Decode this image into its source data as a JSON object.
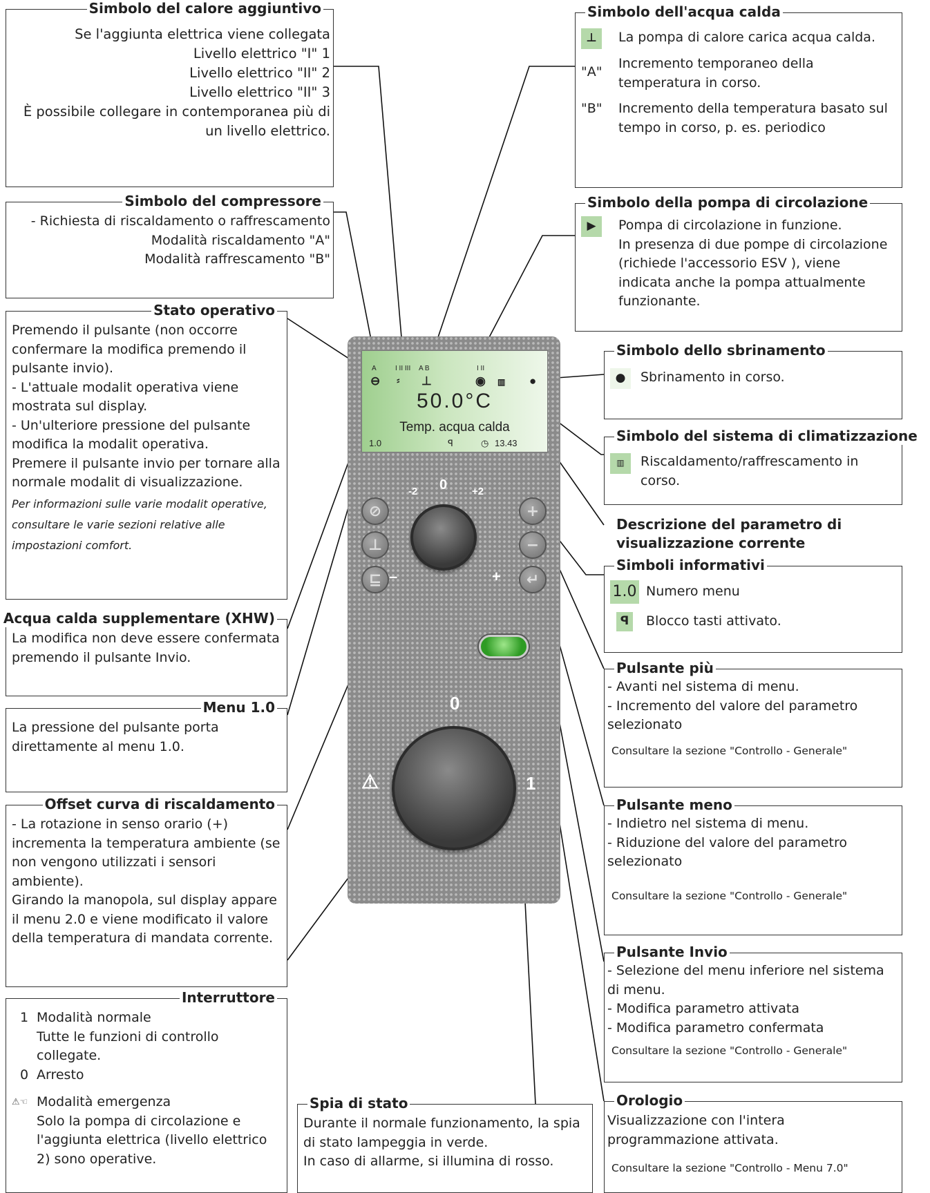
{
  "boxes": {
    "extra_heat": {
      "title": "Simbolo del calore aggiuntivo",
      "lines": [
        "Se l'aggiunta elettrica viene collegata",
        "Livello elettrico \"I\" 1",
        "Livello elettrico \"II\" 2",
        "Livello elettrico \"II\" 3",
        "È possibile collegare in contemporanea più di",
        "un livello elettrico."
      ]
    },
    "compressor": {
      "title": "Simbolo del compressore",
      "lines": [
        "- Richiesta di riscaldamento o raffrescamento",
        "Modalità riscaldamento \"A\"",
        "Modalità raffrescamento \"B\""
      ]
    },
    "op_state": {
      "title": "Stato operativo",
      "text": "Premendo il pulsante (non occorre confermare la modifica premendo il pulsante invio).\n- L'attuale modalit operativa viene mostrata sul display.\n- Un'ulteriore pressione del pulsante modifica la modalit operativa.\nPremere il pulsante invio per tornare alla normale modalit di visualizzazione.",
      "note": "Per informazioni sulle varie modalit operative, consultare le varie sezioni relative alle impostazioni comfort."
    },
    "xhw": {
      "title": "Acqua calda supplementare (XHW)",
      "text": "La modifica non deve essere confermata premendo il pulsante Invio."
    },
    "menu10": {
      "title": "Menu 1.0",
      "text": "La pressione del pulsante porta direttamente al menu 1.0."
    },
    "curve_offset": {
      "title": "Offset curva di riscaldamento",
      "text": "- La rotazione in senso orario (+) incrementa la temperatura ambiente (se non vengono utilizzati i sensori ambiente).\nGirando la manopola, sul display appare il menu 2.0 e viene modificato il valore della temperatura di mandata corrente."
    },
    "switch": {
      "title": "Interruttore",
      "rows": [
        {
          "k": "1",
          "v": "Modalità normale\nTutte le funzioni di controllo collegate."
        },
        {
          "k": "0",
          "v": "Arresto"
        },
        {
          "k": "⚠☜",
          "v": "Modalità emergenza\nSolo la pompa di circolazione e l'aggiunta elettrica (livello elettrico 2) sono operative."
        }
      ]
    },
    "status_lamp": {
      "title": "Spia di stato",
      "text": "Durante il normale funzionamento, la spia di stato lampeggia in verde.\nIn caso di allarme, si illumina di rosso."
    },
    "hot_water": {
      "title": "Simbolo dell'acqua calda",
      "rows": [
        {
          "k": "",
          "v": "La pompa di calore carica acqua calda."
        },
        {
          "k": "\"A\"",
          "v": "Incremento temporaneo della temperatura in corso."
        },
        {
          "k": "\"B\"",
          "v": "Incremento della temperatura basato sul tempo in corso, p. es. periodico"
        }
      ]
    },
    "circ_pump": {
      "title": "Simbolo della pompa di circolazione",
      "text": "Pompa di circolazione in funzione.\nIn presenza di due pompe di circolazione (richiede l'accessorio  ESV ), viene indicata anche la pompa attualmente funzionante."
    },
    "defrost": {
      "title": "Simbolo dello sbrinamento",
      "text": "Sbrinamento in corso."
    },
    "climate": {
      "title": "Simbolo del sistema di climatizzazione",
      "text": "Riscaldamento/raffrescamento in corso."
    },
    "param_desc": {
      "title": "Descrizione del parametro di visualizzazione corrente"
    },
    "info": {
      "title": "Simboli informativi",
      "menu_sym": "1.0",
      "menu_label": "Numero menu",
      "lock_label": "Blocco tasti attivato."
    },
    "plus": {
      "title": "Pulsante più",
      "text": "- Avanti nel sistema di menu.\n- Incremento del valore del parametro selezionato",
      "note": "Consultare la sezione \"Controllo - Generale\""
    },
    "minus": {
      "title": "Pulsante meno",
      "text": "- Indietro nel sistema di menu.\n- Riduzione del valore del parametro selezionato",
      "note": "Consultare la sezione \"Controllo - Generale\""
    },
    "enter": {
      "title": "Pulsante Invio",
      "text": "- Selezione del menu inferiore nel sistema di menu.\n- Modifica parametro attivata\n- Modifica parametro confermata",
      "note": "Consultare la sezione \"Controllo - Generale\""
    },
    "clock": {
      "title": "Orologio",
      "text": "Visualizzazione con l'intera programmazione attivata.",
      "note": "Consultare la sezione \"Controllo - Menu 7.0\""
    }
  },
  "display": {
    "labels": {
      "a": "A",
      "levels": "I II III",
      "ab": "A B",
      "pump": "I II"
    },
    "temp": "50.0°C",
    "desc": "Temp. acqua calda",
    "menu": "1.0",
    "time": "13.43"
  },
  "dial_small": {
    "zero": "0",
    "m2": "-2",
    "p2": "+2",
    "minus": "–",
    "plus": "+"
  },
  "dial_big": {
    "zero": "0",
    "one": "1"
  }
}
